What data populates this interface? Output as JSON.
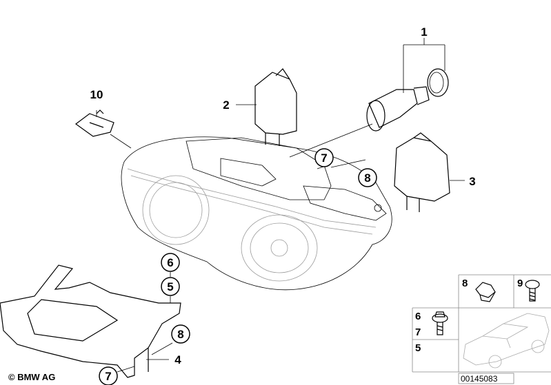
{
  "diagram": {
    "callouts": {
      "c1": "1",
      "c2": "2",
      "c3": "3",
      "c10": "10",
      "c7a": "7",
      "c8a": "8",
      "c6": "6",
      "c5": "5",
      "c8b": "8",
      "c4": "4",
      "c7b": "7"
    },
    "legend": {
      "cell_8": "8",
      "cell_9": "9",
      "cell_6": "6",
      "cell_7": "7",
      "cell_5": "5",
      "diagram_code": "00145083"
    },
    "copyright": "© BMW AG"
  }
}
